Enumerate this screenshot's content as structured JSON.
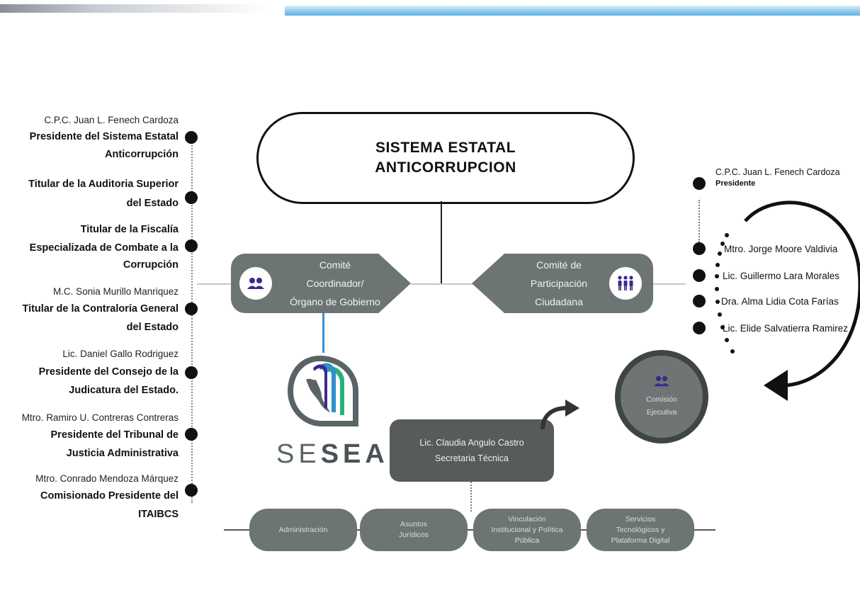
{
  "title": {
    "line1": "SISTEMA ESTATAL",
    "line2": "ANTICORRUPCION"
  },
  "left_members": [
    {
      "name": "C.P.C. Juan L. Fenech Cardoza",
      "role1": "Presidente  del Sistema Estatal",
      "role2": "Anticorrupción"
    },
    {
      "name": "",
      "role1": "Titular de la Auditoria Superior",
      "role2": "del Estado"
    },
    {
      "name": "",
      "role1": "Titular de la Fiscalía",
      "role2": "Especializada de Combate a la",
      "role3": "Corrupción"
    },
    {
      "name": "M.C. Sonia Murillo Manriquez",
      "role1": "Titular de la Contraloría General",
      "role2": "del Estado"
    },
    {
      "name": "Lic. Daniel Gallo Rodriguez",
      "role1": "Presidente del Consejo de la",
      "role2": "Judicatura del Estado."
    },
    {
      "name": "Mtro. Ramiro U. Contreras Contreras",
      "role1": "Presidente del Tribunal de",
      "role2": "Justicia Administrativa"
    },
    {
      "name": "Mtro. Conrado Mendoza Márquez",
      "role1": "Comisionado Presidente del",
      "role2": "ITAIBCS"
    }
  ],
  "comite_coordinador": {
    "line1": "Comité",
    "line2": "Coordinador/",
    "line3": "Órgano de Gobierno",
    "icon": "people-icon"
  },
  "comite_participacion": {
    "line1": "Comité de",
    "line2": "Participación",
    "line3": "Ciudadana",
    "icon": "group-icon"
  },
  "logo": {
    "text_light": "SE",
    "text_bold": "SEA"
  },
  "secretaria": {
    "name": "Lic. Claudia Angulo Castro",
    "role": "Secretaria Técnica"
  },
  "comision": {
    "line1": "Comisión",
    "line2": "Ejecutiva",
    "icon": "people-icon"
  },
  "right_members": {
    "president_name": "C.P.C. Juan L. Fenech Cardoza",
    "president_role": "Presidente",
    "members": [
      "Mtro. Jorge Moore Valdivia",
      "Lic. Guillermo Lara Morales",
      "Dra. Alma Lidia Cota Farías",
      "Lic. Elide Salvatierra Ramirez"
    ]
  },
  "areas": [
    {
      "line1": "Administración",
      "line2": "",
      "line3": ""
    },
    {
      "line1": "Asuntos",
      "line2": "Jurídicos",
      "line3": ""
    },
    {
      "line1": "Vinculación",
      "line2": "Institucional y Política",
      "line3": "Pública"
    },
    {
      "line1": "Servicios",
      "line2": "Tecnológicos y",
      "line3": "Plataforma Digital"
    }
  ],
  "colors": {
    "box_gray": "#6d7474",
    "dark_gray": "#585b5b",
    "accent_blue": "#3a8fd0",
    "icon_purple": "#3a2a8a",
    "logo_green": "#27b27a"
  }
}
